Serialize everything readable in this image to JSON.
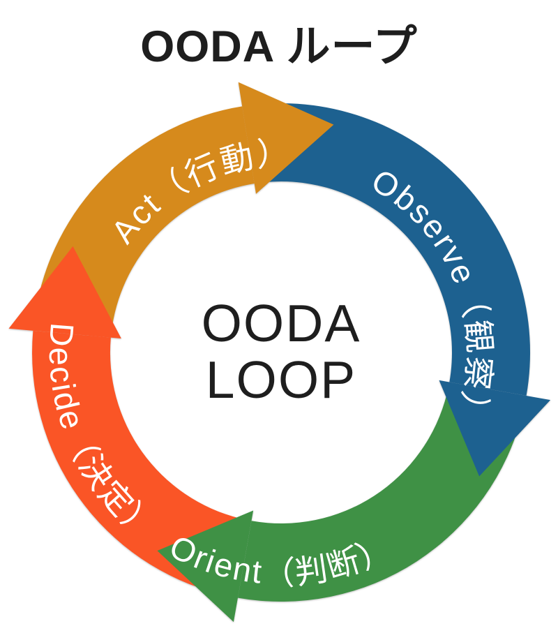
{
  "title": "OODA ループ",
  "center_label": {
    "line1": "OODA",
    "line2": "LOOP"
  },
  "ink_color": "#1e1e1e",
  "label_color": "#ffffff",
  "segments": [
    {
      "id": "observe",
      "label": "Observe（観察）",
      "color": "#1d6190"
    },
    {
      "id": "orient",
      "label": "Orient（判断）",
      "color": "#3f9145"
    },
    {
      "id": "decide",
      "label": "Decide（決定）",
      "color": "#fa5526"
    },
    {
      "id": "act",
      "label": "Act（行動）",
      "color": "#d68a1c"
    }
  ]
}
